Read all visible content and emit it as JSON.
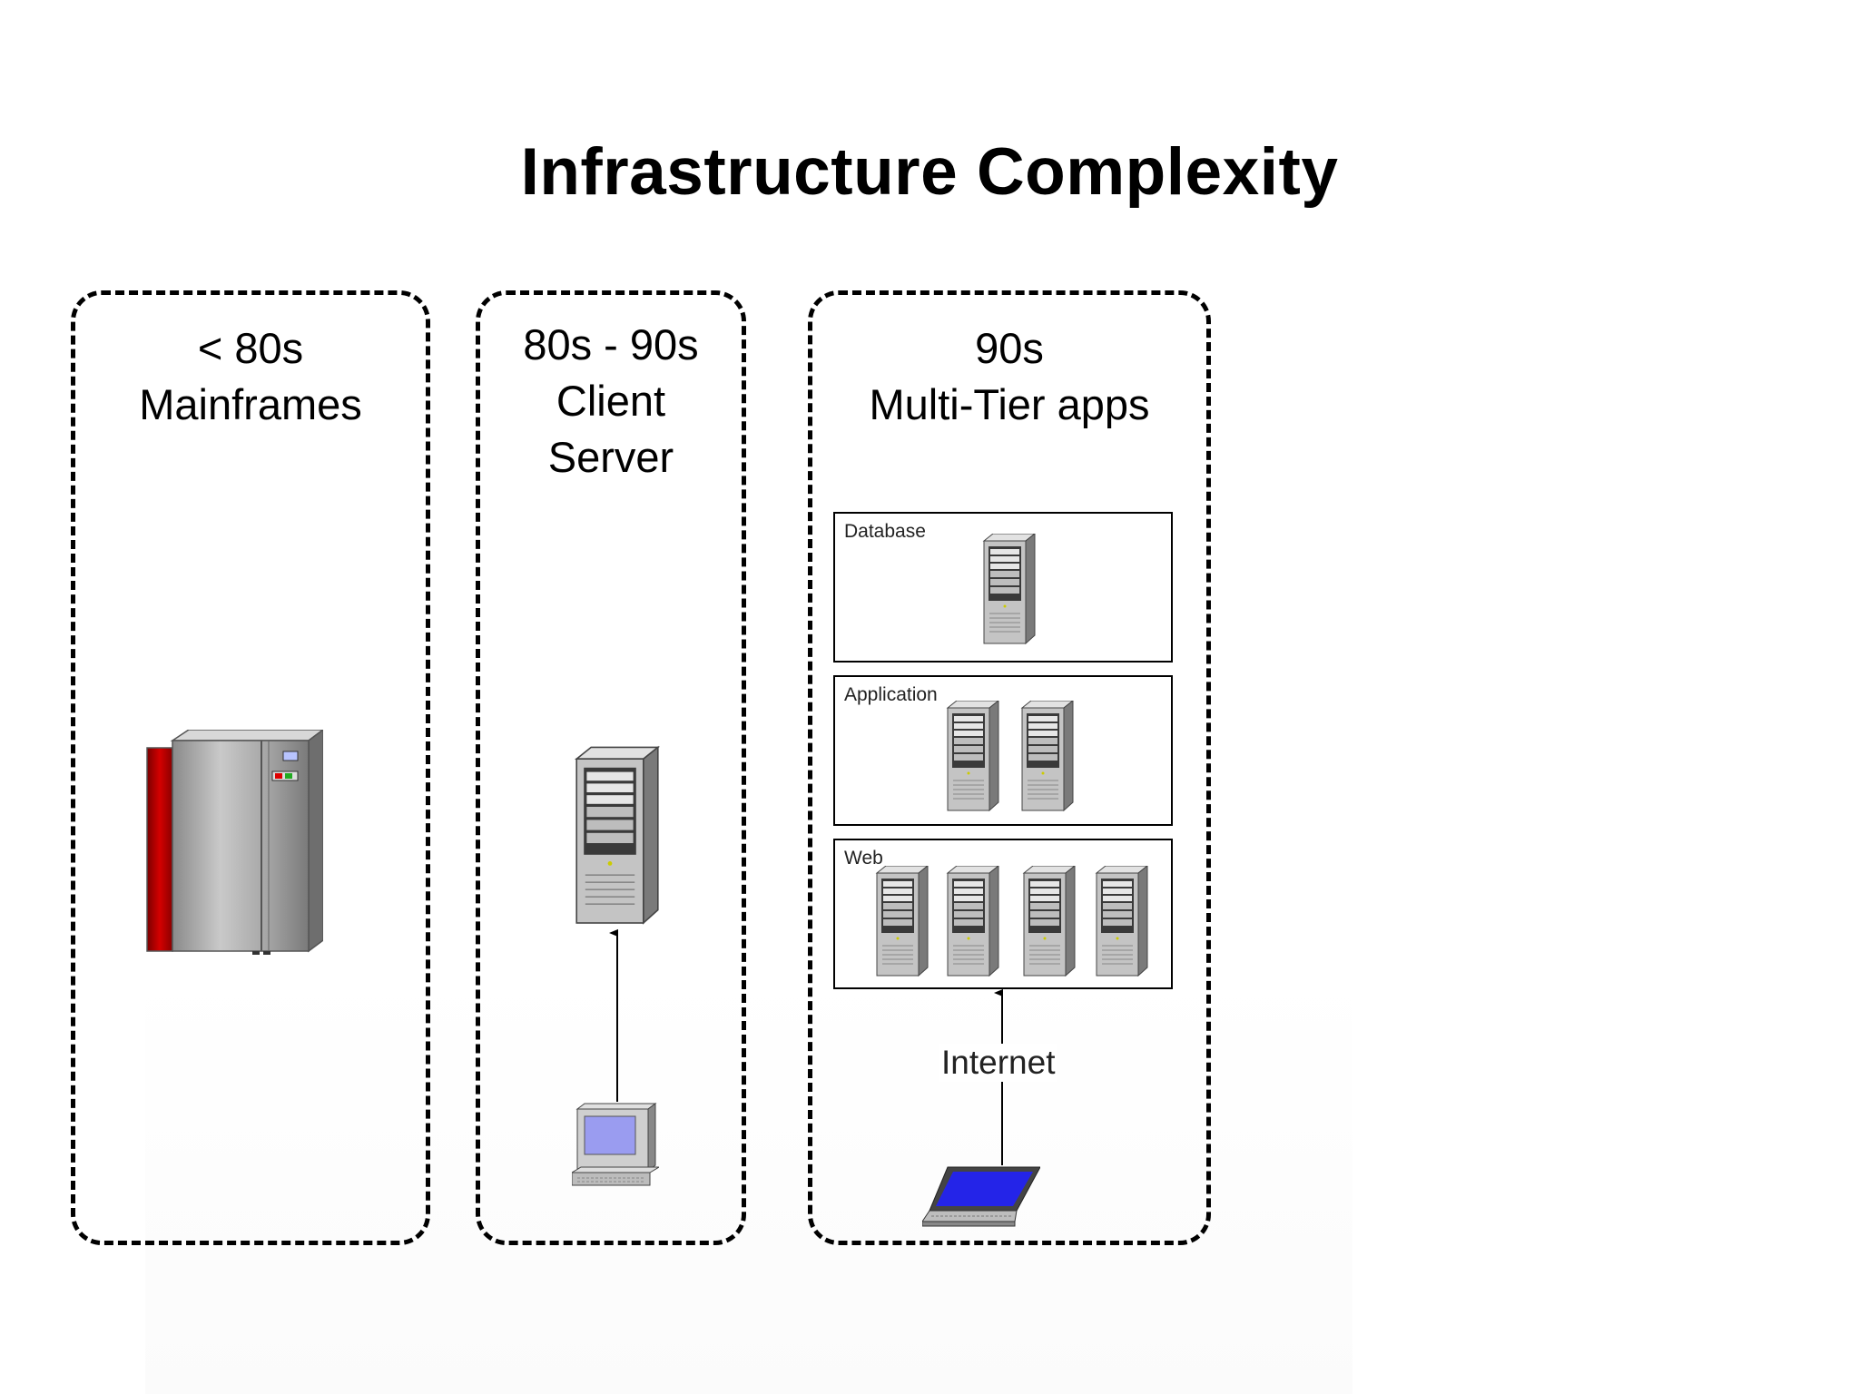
{
  "title": "Infrastructure Complexity",
  "eras": [
    {
      "lines": [
        "< 80s",
        "Mainframes"
      ],
      "icon": "mainframe-icon"
    },
    {
      "lines": [
        "80s - 90s",
        "Client",
        "Server"
      ],
      "icons": [
        "server-icon",
        "desktop-computer-icon"
      ]
    },
    {
      "lines": [
        "90s",
        "Multi-Tier apps"
      ],
      "icons": [
        "server-icon",
        "laptop-icon"
      ]
    }
  ],
  "tiers": [
    {
      "label": "Database",
      "servers": 1
    },
    {
      "label": "Application",
      "servers": 2
    },
    {
      "label": "Web",
      "servers": 4
    }
  ],
  "internet_label": "Internet",
  "colors": {
    "mainframe_door": "#c80000",
    "screen": "#9a9cf0",
    "laptop_screen": "#2424e8",
    "dash": "#000000"
  }
}
